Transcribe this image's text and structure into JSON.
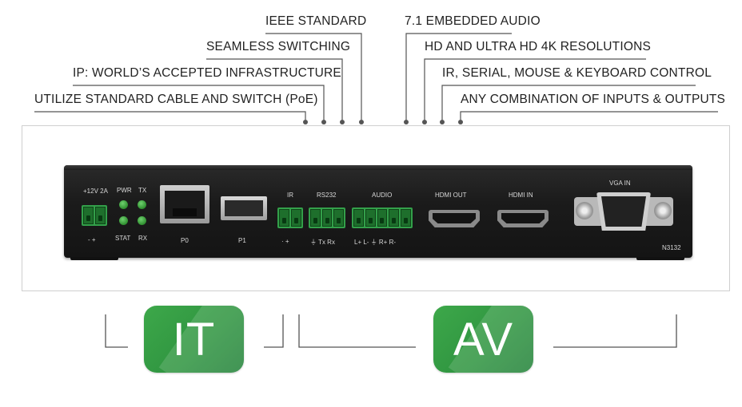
{
  "callouts": {
    "ieee": "IEEE STANDARD",
    "seamless": "SEAMLESS SWITCHING",
    "ip": "IP: WORLD’S ACCEPTED INFRASTRUCTURE",
    "utilize": "UTILIZE STANDARD CABLE AND SWITCH (PoE)",
    "audio71": "7.1 EMBEDDED AUDIO",
    "hd4k": "HD AND ULTRA HD 4K RESOLUTIONS",
    "control": "IR, SERIAL, MOUSE & KEYBOARD CONTROL",
    "combo": "ANY COMBINATION OF INPUTS & OUTPUTS"
  },
  "panel": {
    "power": "+12V  2A",
    "power_pins": "-   +",
    "pwr": "PWR",
    "tx": "TX",
    "stat": "STAT",
    "rx": "RX",
    "p0": "P0",
    "p1": "P1",
    "ir": "IR",
    "ir_pins": "·   +",
    "rs232": "RS232",
    "rs232_pins": "⏚  Tx  Rx",
    "audio": "AUDIO",
    "audio_pins": "L+  L-  ⏚  R+  R-",
    "hdmi_out": "HDMI OUT",
    "hdmi_in": "HDMI IN",
    "vga_in": "VGA IN",
    "model": "N3132"
  },
  "badges": {
    "it": "IT",
    "av": "AV"
  },
  "colors": {
    "badge_green": "#2f9440",
    "terminal_green": "#33a04a",
    "device_body": "#1b1b1b",
    "leader_line": "#555555"
  }
}
